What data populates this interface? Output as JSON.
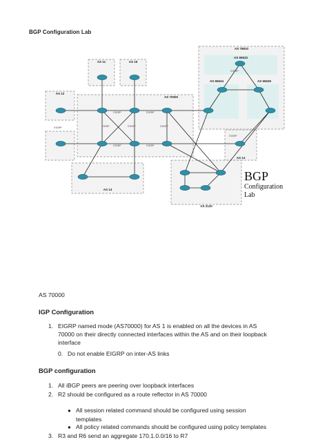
{
  "title": "BGP Configuration Lab",
  "diagram": {
    "brand": {
      "big": "BGP",
      "line1": "Configuration",
      "line2": "Lab"
    },
    "as_labels": [
      "AS 11",
      "AS 16",
      "AS 12",
      "AS 70000",
      "AS 78910",
      "AS 65533",
      "AS 65534",
      "AS 65535",
      "AS 13",
      "AS 14",
      "AS 2120"
    ],
    "link_labels": [
      "EIGRP",
      "EIGRP",
      "EIGRP",
      "EIGRP",
      "EIGRP",
      "EIGRP",
      "EIGRP",
      "EIGRP",
      "EIGRP",
      "EIGRP"
    ],
    "colors": {
      "cloud": "#ddf0ef",
      "box": "#f1f1f1",
      "router": "#2f8fa8",
      "line": "#222222"
    },
    "icon": "router-icon"
  },
  "as_heading": "AS 70000",
  "igp": {
    "heading": "IGP Configuration",
    "items": [
      {
        "num": "1.",
        "lines": [
          "EIGRP named mode (AS70000) for AS 1 is enabled on all the devices in AS",
          "70000 on their directly connected interfaces within the AS and on their loopback",
          "interface"
        ]
      },
      {
        "num": "0.",
        "lines": [
          "Do not enable EIGRP on inter-AS links"
        ]
      }
    ]
  },
  "bgp": {
    "heading": "BGP configuration",
    "items": [
      {
        "num": "1.",
        "text": "All iBGP peers are peering over loopback interfaces"
      },
      {
        "num": "2.",
        "text": "R2 should be configured as a route reflector in AS 70000"
      }
    ],
    "bullets": [
      {
        "lines": [
          "All session related command should be configured using session",
          "templates"
        ]
      },
      {
        "lines": [
          "All policy related commands should be configured using policy templates"
        ]
      }
    ],
    "item3": {
      "num": "3.",
      "text": "R3 and R6 send an aggregate 170.1.0.0/16 to R7"
    }
  }
}
